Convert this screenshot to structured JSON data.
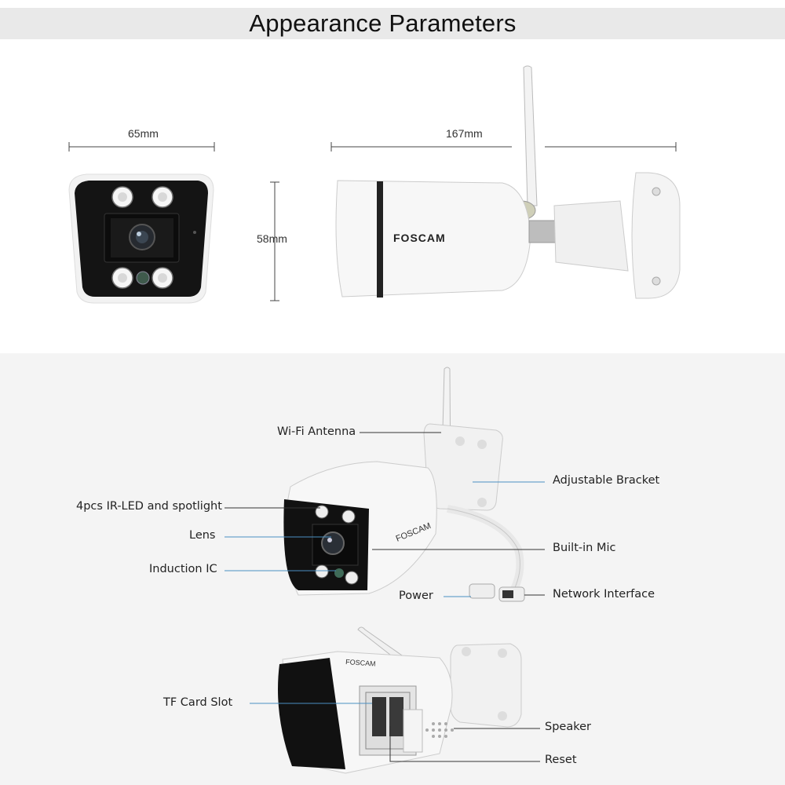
{
  "header": {
    "title": "Appearance Parameters"
  },
  "dimensions": {
    "front_width": "65mm",
    "side_length": "167mm",
    "height": "58mm"
  },
  "camera": {
    "brand": "FOSCAM"
  },
  "callouts": {
    "wifi_antenna": "Wi-Fi Antenna",
    "adjustable_bracket": "Adjustable Bracket",
    "ir_led": "4pcs IR-LED and spotlight",
    "lens": "Lens",
    "builtin_mic": "Built-in Mic",
    "induction_ic": "Induction IC",
    "power": "Power",
    "network_interface": "Network Interface",
    "tf_card_slot": "TF Card Slot",
    "speaker": "Speaker",
    "reset": "Reset"
  },
  "colors": {
    "title_bg": "#e9e9e9",
    "bottom_bg": "#f4f4f4",
    "callout_line": "#4a90c2"
  }
}
